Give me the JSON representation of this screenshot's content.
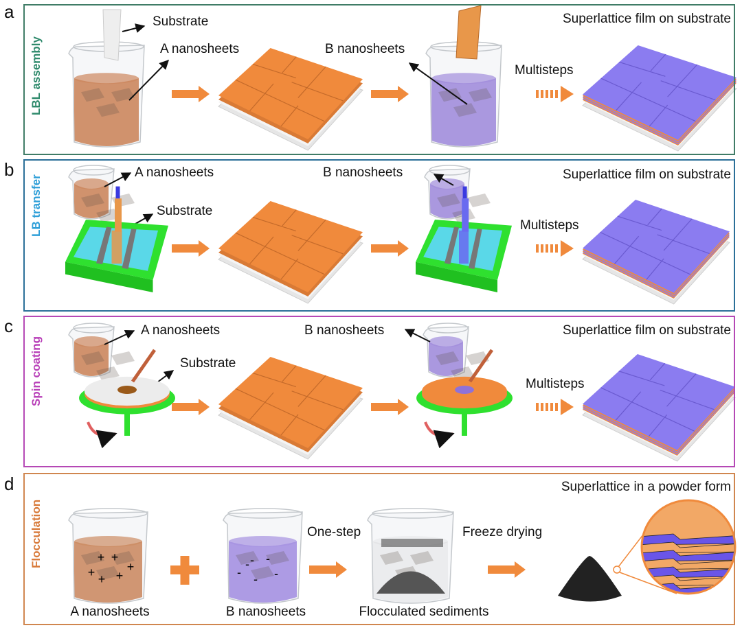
{
  "colors": {
    "a": "#3f7c66",
    "a_label": "#2f8a6c",
    "b": "#2a6f98",
    "b_label": "#2f9fd8",
    "c": "#b548b5",
    "c_label": "#b83fb8",
    "d": "#d0864f",
    "d_label": "#d87a3a",
    "orange": "#f08a3c",
    "purple": "#8b7cf0"
  },
  "panels": [
    {
      "letter": "a",
      "title": "LBL assembly",
      "substrate": "Substrate",
      "a_label": "A nanosheets",
      "b_label": "B nanosheets",
      "multi": "Multisteps",
      "result": "Superlattice film on substrate"
    },
    {
      "letter": "b",
      "title": "LB transfer",
      "substrate": "Substrate",
      "a_label": "A nanosheets",
      "b_label": "B nanosheets",
      "multi": "Multisteps",
      "result": "Superlattice film on substrate"
    },
    {
      "letter": "c",
      "title": "Spin coating",
      "substrate": "Substrate",
      "a_label": "A nanosheets",
      "b_label": "B nanosheets",
      "multi": "Multisteps",
      "result": "Superlattice film on substrate"
    },
    {
      "letter": "d",
      "title": "Flocculation",
      "result": "Superlattice in a powder form",
      "a_label": "A nanosheets",
      "b_label": "B nanosheets",
      "one_step": "One-step",
      "freeze": "Freeze drying",
      "sediments": "Flocculated sediments",
      "plus_charge": "+",
      "minus_charge": "-"
    }
  ]
}
